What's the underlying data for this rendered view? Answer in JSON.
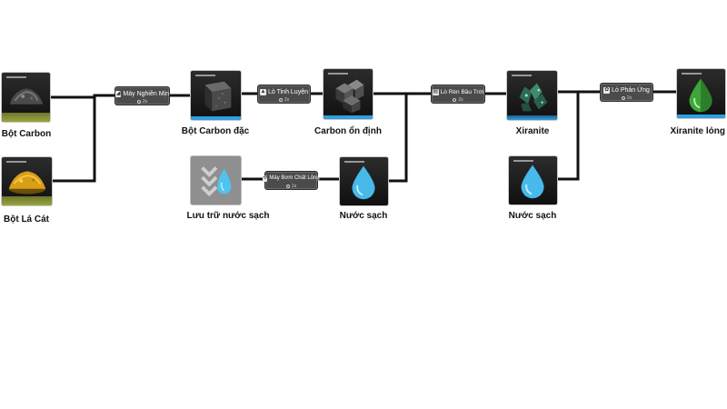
{
  "items": {
    "bot_carbon": "Bột Carbon",
    "bot_la_cat": "Bột Lá Cát",
    "bot_carbon_dac": "Bột Carbon đặc",
    "carbon_on_dinh": "Carbon ổn định",
    "luu_tru_nuoc_sach": "Lưu trữ nước sạch",
    "nuoc_sach_1": "Nước sạch",
    "xiranite": "Xiranite",
    "nuoc_sach_2": "Nước sạch",
    "xiranite_long": "Xiranite lỏng"
  },
  "machines": {
    "may_nghien_min": {
      "name": "Máy Nghiền Mịn",
      "time": "2s"
    },
    "lo_tinh_luyen": {
      "name": "Lò Tinh Luyện",
      "time": "2s"
    },
    "may_bom_chat_long": {
      "name": "Máy Bơm Chất Lỏng",
      "time": "1s"
    },
    "lo_ren_bau_troi": {
      "name": "Lò Rèn Bầu Trời",
      "time": "2s"
    },
    "lo_phan_ung": {
      "name": "Lò Phản Ứng",
      "time": "2s"
    }
  },
  "colors": {
    "wire": "#111111",
    "band_green": "#9aa63a",
    "band_blue": "#2f9fe0",
    "water": "#4fc3f0",
    "machine_bg": "#4b4b4b"
  }
}
